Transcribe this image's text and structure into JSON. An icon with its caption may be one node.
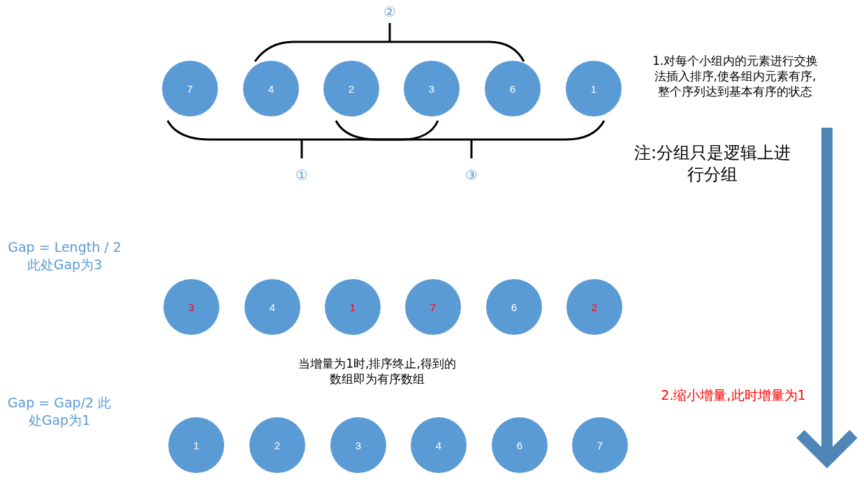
{
  "diagram": {
    "nodes": [
      {
        "text": [
          "7"
        ]
      },
      {
        "text": [
          "4"
        ]
      },
      {
        "text": [
          "2"
        ]
      },
      {
        "text": [
          "3"
        ]
      },
      {
        "text": [
          "6"
        ]
      },
      {
        "text": [
          "1"
        ]
      },
      {
        "text": [
          "3"
        ]
      },
      {
        "text": [
          "4"
        ]
      },
      {
        "text": [
          "1"
        ]
      },
      {
        "text": [
          "7"
        ]
      },
      {
        "text": [
          "6"
        ]
      },
      {
        "text": [
          "2"
        ]
      },
      {
        "text": [
          "1"
        ]
      },
      {
        "text": [
          "2"
        ]
      },
      {
        "text": [
          "3"
        ]
      },
      {
        "text": [
          "4"
        ]
      },
      {
        "text": [
          "6"
        ]
      },
      {
        "text": [
          "7"
        ]
      }
    ],
    "edges": [],
    "labels": [
      "②",
      "1.对每个小组内的元素进行交换法插入排序,使各组内元素有序,整个序列达到基本有序的状态",
      "①",
      "注:分组只是逻辑上进行分组",
      "③",
      "Gap = Length / 2 此处Gap为3",
      "当增量为1时,排序终止,得到的数组即为有序数组",
      "Gap = Gap/2 此处Gap为1",
      "2.缩小增量,此时增量为1"
    ]
  }
}
